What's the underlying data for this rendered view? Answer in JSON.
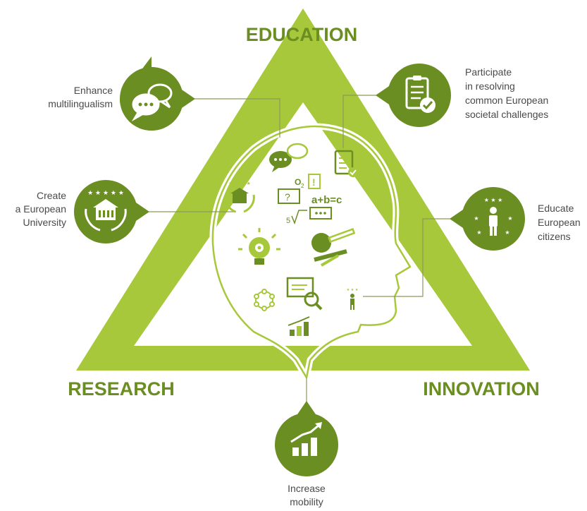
{
  "vertices": {
    "top": "EDUCATION",
    "left": "RESEARCH",
    "right": "INNOVATION"
  },
  "goals": {
    "multilingualism": {
      "line1": "Enhance",
      "line2": "multilingualism",
      "icon": "speech-bubbles-icon"
    },
    "university": {
      "line1": "Create",
      "line2": "a European",
      "line3": "University",
      "icon": "university-building-icon"
    },
    "challenges": {
      "line1": "Participate",
      "line2": "in resolving",
      "line3": "common European",
      "line4": "societal challenges",
      "icon": "clipboard-checklist-icon"
    },
    "citizens": {
      "line1": "Educate",
      "line2": "European",
      "line3": "citizens",
      "icon": "citizen-stars-icon"
    },
    "mobility": {
      "line1": "Increase",
      "line2": "mobility",
      "icon": "growth-chart-icon"
    }
  },
  "head_formulas": {
    "f1": "a+b=c",
    "f2": "O",
    "f3": "2",
    "f4": "5",
    "f5": "?",
    "f6": "!"
  },
  "colors": {
    "triangle": "#a7c83a",
    "drop": "#6b8e23",
    "vertex_text": "#6b8e23",
    "line": "#8a9a5b"
  }
}
